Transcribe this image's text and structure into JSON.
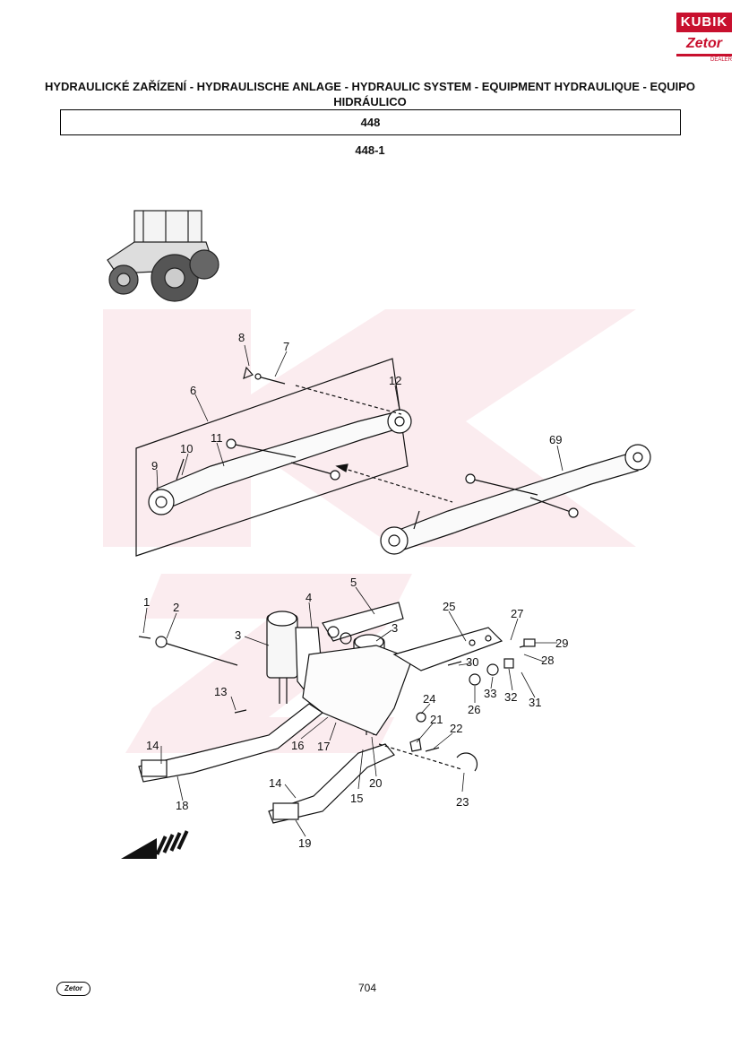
{
  "header": {
    "brand_top": "KUBIK",
    "brand_bottom": "Zetor",
    "brand_tagline": "DEALER",
    "title": "HYDRAULICKÉ ZAŘÍZENÍ - HYDRAULISCHE ANLAGE - HYDRAULIC SYSTEM - EQUIPMENT HYDRAULIQUE - EQUIPO HIDRÁULICO",
    "group": "448",
    "subgroup": "448-1"
  },
  "callouts": [
    "1",
    "2",
    "3",
    "3",
    "4",
    "5",
    "6",
    "7",
    "8",
    "9",
    "10",
    "11",
    "12",
    "13",
    "14",
    "14",
    "15",
    "16",
    "17",
    "18",
    "19",
    "20",
    "21",
    "22",
    "23",
    "24",
    "25",
    "26",
    "27",
    "28",
    "29",
    "30",
    "31",
    "32",
    "33",
    "69"
  ],
  "footer": {
    "logo": "Zetor",
    "page_number": "704"
  }
}
